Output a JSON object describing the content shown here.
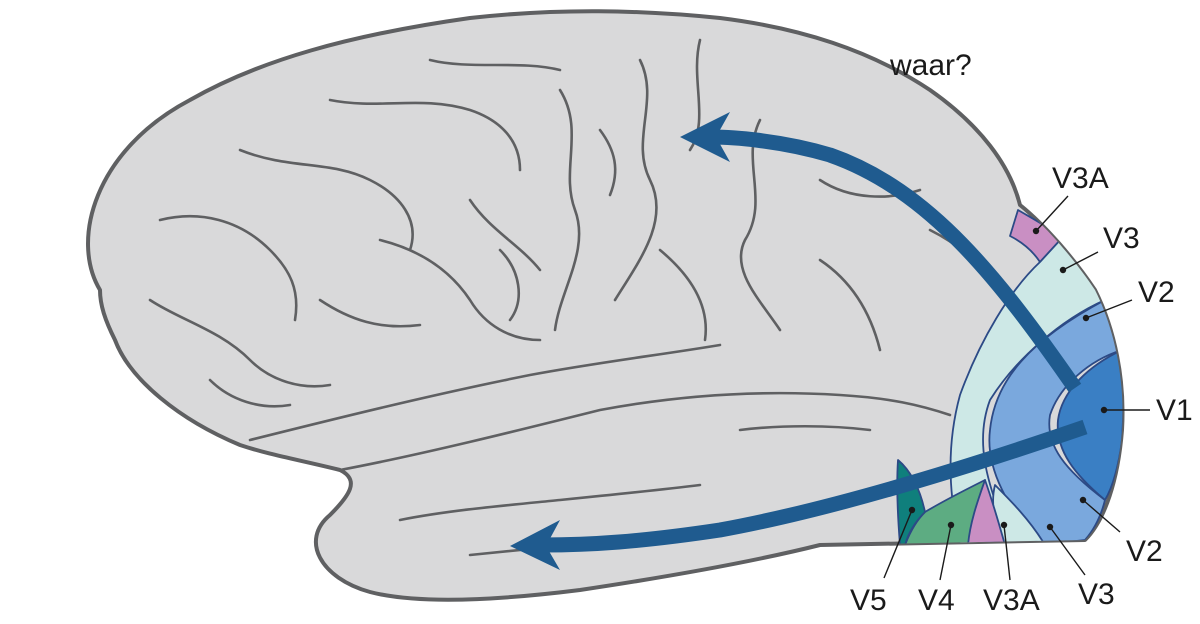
{
  "labels": {
    "where": "waar?",
    "v3a_upper": "V3A",
    "v3_upper": "V3",
    "v2_upper": "V2",
    "v1": "V1",
    "v2_lower": "V2",
    "v5": "V5",
    "v4": "V4",
    "v3a_lower": "V3A",
    "v3_lower": "V3"
  },
  "colors": {
    "brain_fill": "#d9d9da",
    "outline": "#5f6062",
    "arrow": "#1f5b8f",
    "v1": "#3a7fc4",
    "v2": "#7aa8dd",
    "v3": "#cde8e6",
    "v3a": "#c98fc3",
    "v4": "#5dac82",
    "v5": "#0f7f7c"
  }
}
